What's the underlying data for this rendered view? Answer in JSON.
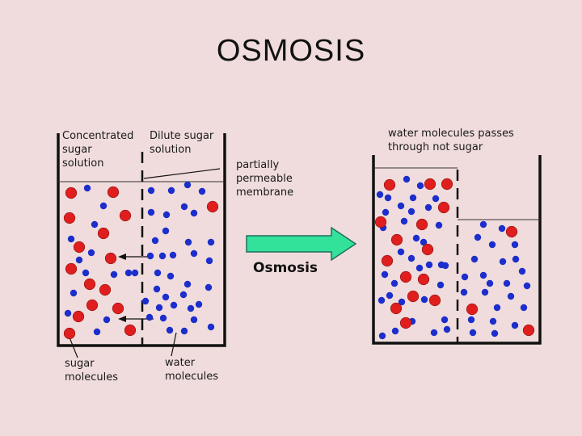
{
  "title": "OSMOSIS",
  "labels": {
    "concentrated": "Concentrated\nsugar\nsolution",
    "dilute": "Dilute sugar\nsolution",
    "membrane": "partially\npermeable\nmembrane",
    "water_passes": "water molecules passes\nthrough not sugar",
    "osmosis": "Osmosis",
    "sugar_molecules": "sugar\nmolecules",
    "water_molecules": "water\nmolecules"
  },
  "colors": {
    "background": "#f0dcdc",
    "sugar_molecule": "#e01e1e",
    "water_molecule": "#1c2ecc",
    "arrow_fill": "#33e29a",
    "arrow_stroke": "#1f6e5e"
  }
}
